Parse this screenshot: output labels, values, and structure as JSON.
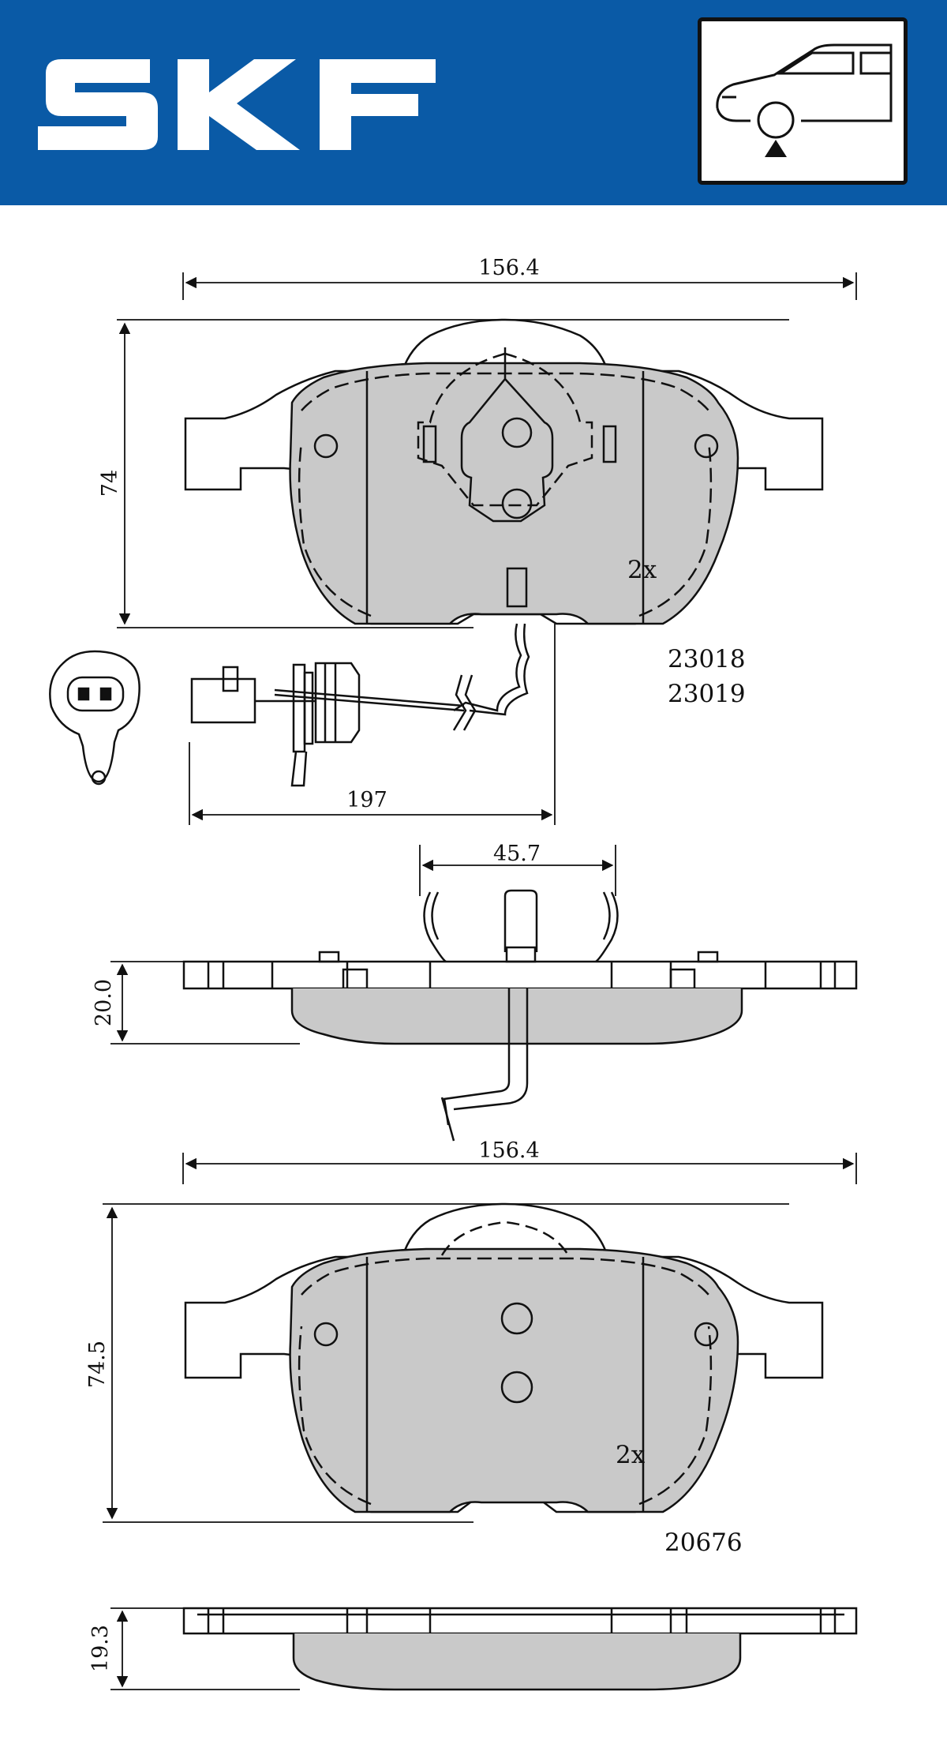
{
  "brand": {
    "name": "SKF",
    "background_color": "#0a5aa6"
  },
  "axle_icon": {
    "name": "front-axle-car-icon"
  },
  "drawing_1": {
    "width_dim": "156.4",
    "height_dim": "74",
    "quantity": "2x",
    "part_numbers": [
      "23018",
      "23019"
    ],
    "sensor_length_dim": "197"
  },
  "side_view_1": {
    "clip_dim": "45.7",
    "thickness_dim": "20.0"
  },
  "drawing_2": {
    "width_dim": "156.4",
    "height_dim": "74.5",
    "quantity": "2x",
    "part_number": "20676"
  },
  "side_view_2": {
    "thickness_dim": "19.3"
  },
  "colors": {
    "pad_fill": "#c9c9c9",
    "line": "#111111"
  }
}
